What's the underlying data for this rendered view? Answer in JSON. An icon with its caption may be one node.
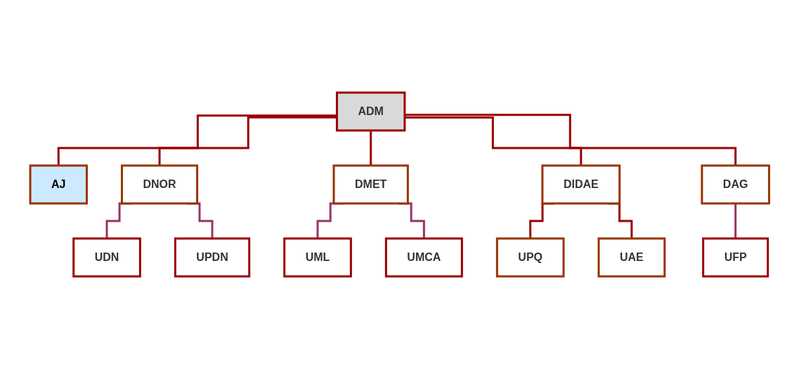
{
  "diagram": {
    "nodes": [
      {
        "text": [
          "ADM"
        ]
      },
      {
        "text": [
          "AJ"
        ]
      },
      {
        "text": [
          "DNOR"
        ]
      },
      {
        "text": [
          "DMET"
        ]
      },
      {
        "text": [
          "DIDAE"
        ]
      },
      {
        "text": [
          "DAG"
        ]
      },
      {
        "text": [
          "UDN"
        ]
      },
      {
        "text": [
          "UPDN"
        ]
      },
      {
        "text": [
          "UML"
        ]
      },
      {
        "text": [
          "UMCA"
        ]
      },
      {
        "text": [
          "UPQ"
        ]
      },
      {
        "text": [
          "UAE"
        ]
      },
      {
        "text": [
          "UFP"
        ]
      }
    ],
    "edges": [
      {
        "from": 0,
        "to": 1,
        "arrow": "none"
      },
      {
        "from": 0,
        "to": 2,
        "arrow": "none"
      },
      {
        "from": 0,
        "to": 3,
        "arrow": "none"
      },
      {
        "from": 0,
        "to": 4,
        "arrow": "none"
      },
      {
        "from": 0,
        "to": 5,
        "arrow": "none"
      },
      {
        "from": 2,
        "to": 6,
        "arrow": "none",
        "color": "#993366"
      },
      {
        "from": 2,
        "to": 7,
        "arrow": "none",
        "color": "#993366"
      },
      {
        "from": 3,
        "to": 8,
        "arrow": "none",
        "color": "#993366"
      },
      {
        "from": 3,
        "to": 9,
        "arrow": "none",
        "color": "#993366"
      },
      {
        "from": 4,
        "to": 10,
        "arrow": "none"
      },
      {
        "from": 4,
        "to": 11,
        "arrow": "none"
      },
      {
        "from": 5,
        "to": 12,
        "arrow": "none",
        "color": "#993366"
      }
    ]
  }
}
